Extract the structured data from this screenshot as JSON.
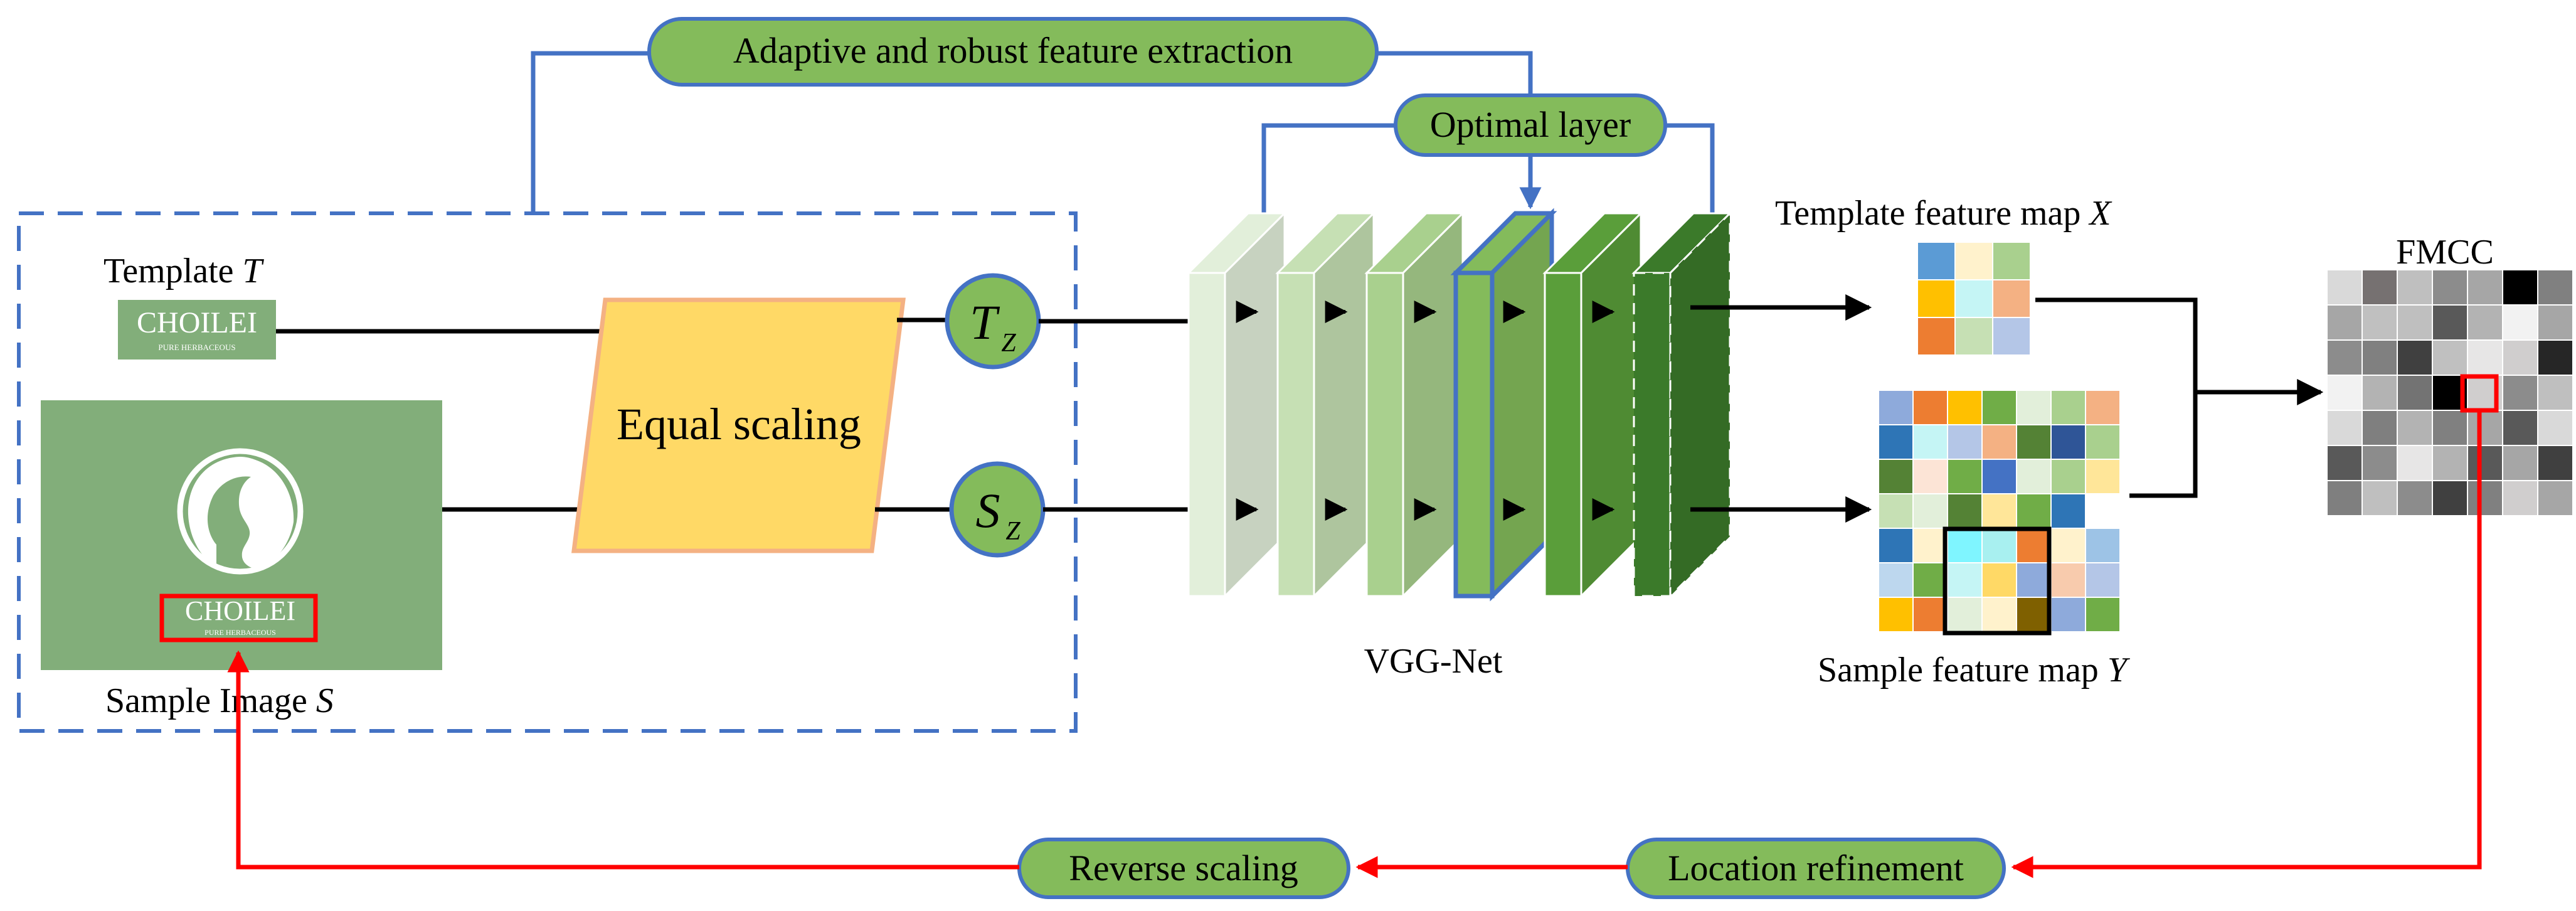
{
  "labels": {
    "adaptive": "Adaptive and robust feature extraction",
    "optimal_layer": "Optimal layer",
    "template": "Template",
    "template_var": "T",
    "sample_image": "Sample Image",
    "sample_var": "S",
    "equal_scaling": "Equal scaling",
    "tz_main": "T",
    "tz_sub": "Z",
    "sz_main": "S",
    "sz_sub": "Z",
    "vgg_net": "VGG-Net",
    "template_feature_map": "Template feature map",
    "template_feature_var": "X",
    "sample_feature_map": "Sample feature map",
    "sample_feature_var": "Y",
    "fmcc": "FMCC",
    "reverse_scaling": "Reverse scaling",
    "location_refinement": "Location refinement"
  },
  "logo": {
    "brand": "CHOILEI",
    "tagline": "PURE HERBACEOUS"
  },
  "colors": {
    "pill_fill": "#84bb5b",
    "pill_stroke": "#4472c4",
    "blue_line": "#4472c4",
    "red_line": "#ff0000",
    "scaling_fill": "#ffd966",
    "scaling_stroke": "#f4b183",
    "image_bg": "#82ae7a"
  },
  "vgg_layer_colors": [
    "#e2efda",
    "#c6e0b4",
    "#a9d08e",
    "#84bb5b",
    "#5a9e3a",
    "#3b7a2a"
  ],
  "template_grid": [
    [
      "#5b9bd5",
      "#fff2cc",
      "#a9d08e"
    ],
    [
      "#ffc000",
      "#c5f5f5",
      "#f4b183"
    ],
    [
      "#ed7d31",
      "#c6e0b4",
      "#b4c6e7"
    ]
  ],
  "sample_grid": [
    [
      "#8eaadb",
      "#ed7d31",
      "#ffc000",
      "#70ad47",
      "#e2efda",
      "#a9d08e",
      "#f4b183"
    ],
    [
      "#2e75b6",
      "#c5f5f5",
      "#b4c6e7",
      "#f4b183",
      "#548235",
      "#2f5597",
      "#a9d08e"
    ],
    [
      "#548235",
      "#fce4d6",
      "#70ad47",
      "#4472c4",
      "#e2efda",
      "#a9d08e",
      "#ffe699"
    ],
    [
      "#c6e0b4",
      "#e2efda",
      "#548235",
      "#ffe699",
      "#70ad47",
      "#2e75b6",
      "#ffffff"
    ],
    [
      "#2e75b6",
      "#fff2cc",
      "#7ff5ff",
      "#a8f0f0",
      "#ed7d31",
      "#fff2cc",
      "#9dc3e6"
    ],
    [
      "#bdd7ee",
      "#70ad47",
      "#c5f5f5",
      "#ffd966",
      "#8eaadb",
      "#f8cbad",
      "#b4c6e7"
    ],
    [
      "#ffc000",
      "#ed7d31",
      "#e2efda",
      "#fff2cc",
      "#7f6000",
      "#8eaadb",
      "#70ad47"
    ]
  ],
  "fmcc_grid": [
    [
      "#d9d9d9",
      "#767171",
      "#bfbfbf",
      "#8c8c8c",
      "#a6a6a6",
      "#000000",
      "#808080"
    ],
    [
      "#a6a6a6",
      "#c0c0c0",
      "#bfbfbf",
      "#595959",
      "#b3b3b3",
      "#f2f2f2",
      "#a6a6a6"
    ],
    [
      "#8c8c8c",
      "#808080",
      "#404040",
      "#c0c0c0",
      "#e7e6e6",
      "#d0cece",
      "#262626"
    ],
    [
      "#f2f2f2",
      "#b3b3b3",
      "#737373",
      "#000000",
      "#d0cece",
      "#8c8c8c",
      "#bfbfbf"
    ],
    [
      "#d9d9d9",
      "#7f7f7f",
      "#b3b3b3",
      "#808080",
      "#a6a6a6",
      "#595959",
      "#d9d9d9"
    ],
    [
      "#595959",
      "#8c8c8c",
      "#e7e6e6",
      "#b3b3b3",
      "#595959",
      "#a6a6a6",
      "#404040"
    ],
    [
      "#7f7f7f",
      "#bfbfbf",
      "#8c8c8c",
      "#404040",
      "#808080",
      "#d0cece",
      "#a6a6a6"
    ]
  ]
}
